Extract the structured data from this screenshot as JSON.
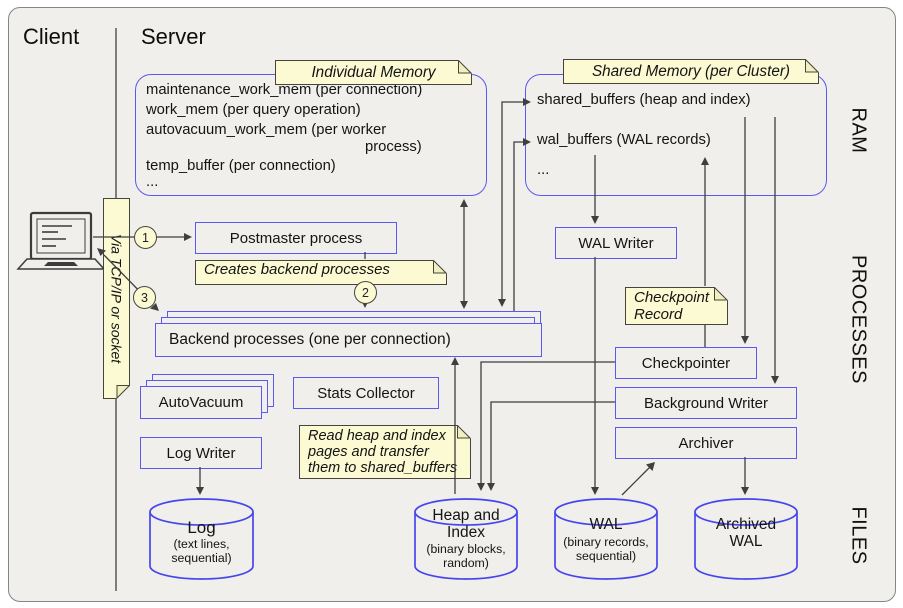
{
  "colors": {
    "background": "#f0efec",
    "box_border": "#5a5af2",
    "note_bg": "#fbfad2",
    "line": "#3f3f3f"
  },
  "header": {
    "client": "Client",
    "server": "Server"
  },
  "side_labels": {
    "ram": "RAM",
    "processes": "PROCESSES",
    "files": "FILES"
  },
  "client": {
    "connection_note": "Via TCP/IP or socket"
  },
  "steps": {
    "one": "1",
    "two": "2",
    "three": "3"
  },
  "memory": {
    "individual": {
      "title": "Individual Memory",
      "lines": [
        "maintenance_work_mem (per connection)",
        "work_mem (per query operation)",
        "autovacuum_work_mem (per worker",
        "process)",
        "temp_buffer (per connection)",
        "..."
      ]
    },
    "shared": {
      "title": "Shared Memory (per Cluster)",
      "items": [
        "shared_buffers (heap and index)",
        "wal_buffers (WAL records)",
        "..."
      ]
    }
  },
  "processes": {
    "postmaster": "Postmaster process",
    "creates_note": "Creates backend processes",
    "backend": "Backend processes (one per connection)",
    "autovacuum": "AutoVacuum",
    "stats_collector": "Stats Collector",
    "log_writer": "Log Writer",
    "wal_writer": "WAL Writer",
    "checkpointer": "Checkpointer",
    "background_writer": "Background Writer",
    "archiver": "Archiver",
    "checkpoint_note": "Checkpoint Record",
    "read_note": "Read heap and index pages and transfer them to shared_buffers"
  },
  "files": {
    "log": {
      "title": "Log",
      "sub": "(text lines, sequential)"
    },
    "heap": {
      "title": "Heap and Index",
      "sub": "(binary blocks, random)"
    },
    "wal": {
      "title": "WAL",
      "sub": "(binary records, sequential)"
    },
    "archived": {
      "title": "Archived WAL"
    }
  }
}
